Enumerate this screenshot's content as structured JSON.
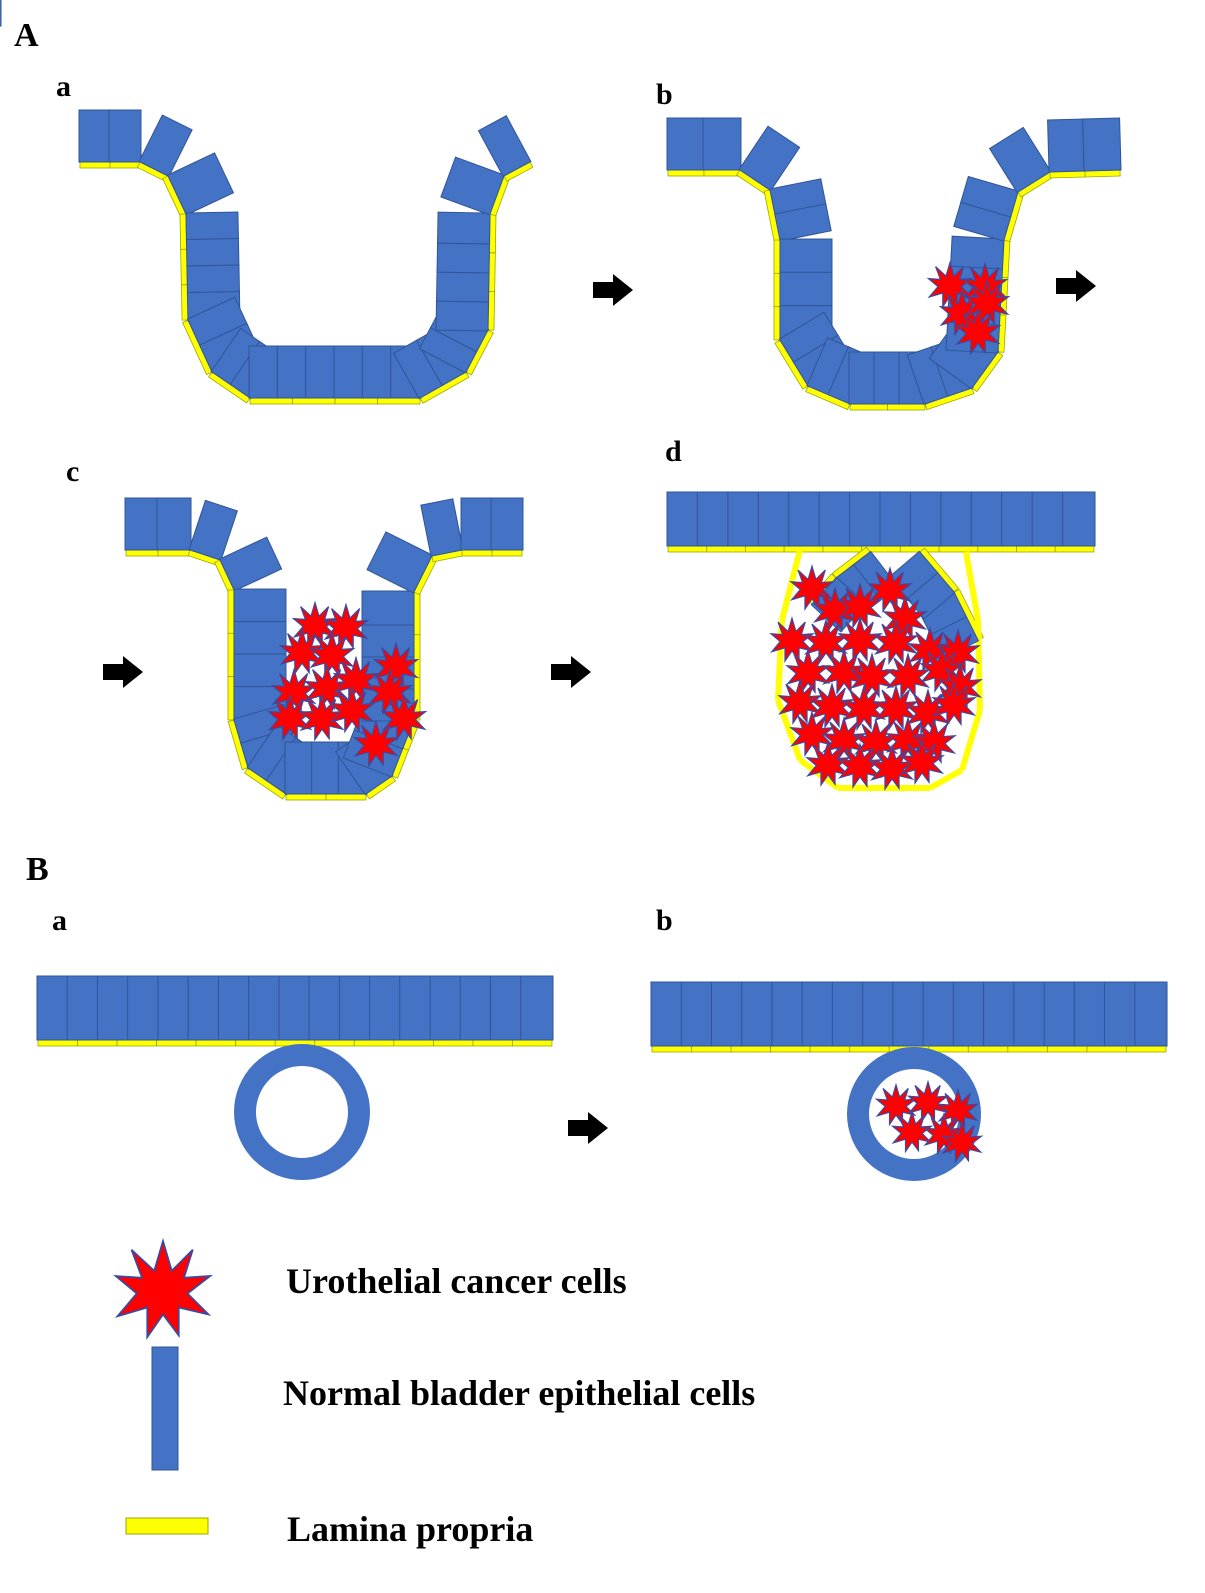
{
  "figure": {
    "section_a": {
      "label": "A"
    },
    "section_b": {
      "label": "B"
    },
    "panels": {
      "a_a": "a",
      "a_b": "b",
      "a_c": "c",
      "a_d": "d",
      "b_a": "a",
      "b_b": "b"
    }
  },
  "legend": {
    "cancer": "Urothelial cancer cells",
    "epithelial": "Normal bladder epithelial cells",
    "lamina": "Lamina propria"
  },
  "colors": {
    "epithelial": "#4472c4",
    "epithelial_edge": "#2f5597",
    "lamina": "#ffff00",
    "lamina_edge": "#9aa800",
    "cancer": "#ff0000",
    "cancer_edge": "#3b4aa0",
    "arrow": "#000000"
  }
}
